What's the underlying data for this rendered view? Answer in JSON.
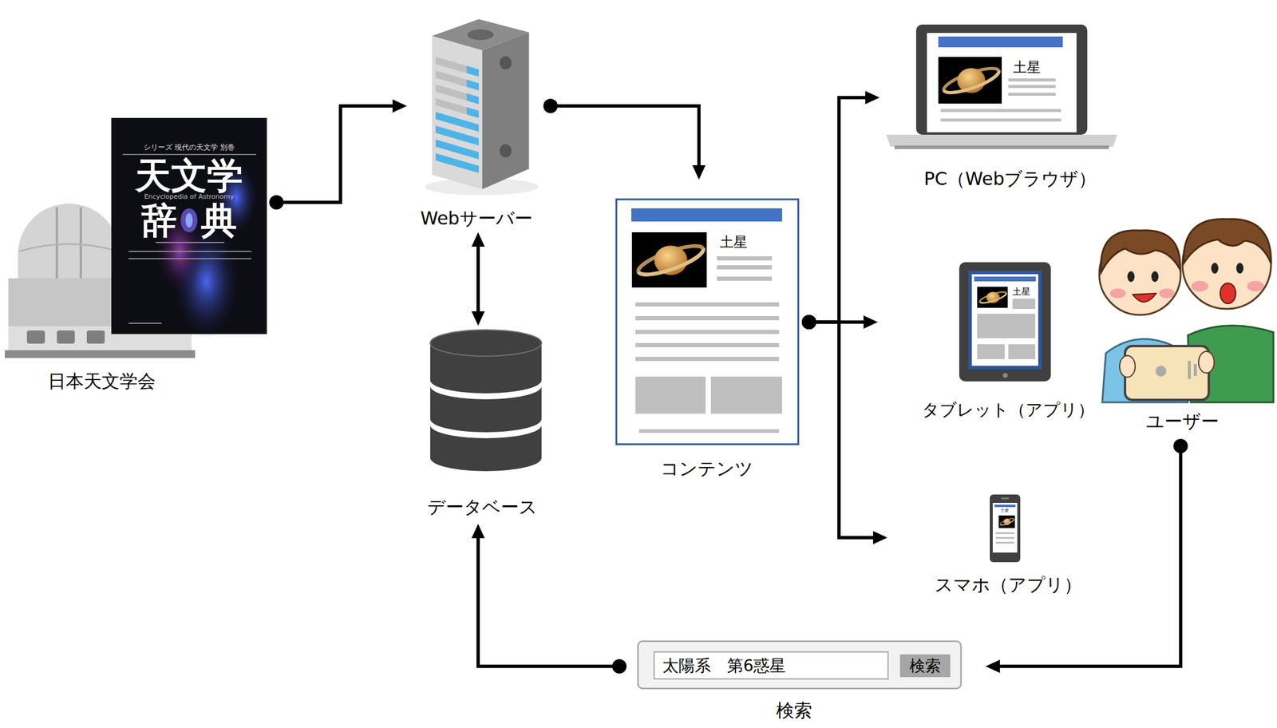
{
  "diagram": {
    "nodes": [
      {
        "text": [
          "日本天文学会"
        ]
      },
      {
        "text": [
          "Webサーバー"
        ]
      },
      {
        "text": [
          "データベース"
        ]
      },
      {
        "text": [
          "コンテンツ"
        ]
      },
      {
        "text": [
          "PC（Webブラウザ）"
        ]
      },
      {
        "text": [
          "タブレット（アプリ）"
        ]
      },
      {
        "text": [
          "スマホ（アプリ）"
        ]
      },
      {
        "text": [
          "ユーザー"
        ]
      },
      {
        "text": [
          "太陽系　第6惑星",
          "検索",
          "検索"
        ]
      }
    ],
    "edges": [
      {
        "from": 0,
        "to": 1,
        "arrow": "to"
      },
      {
        "from": 1,
        "to": 2,
        "arrow": "both"
      },
      {
        "from": 1,
        "to": 3,
        "arrow": "to"
      },
      {
        "from": 3,
        "to": 4,
        "arrow": "to"
      },
      {
        "from": 3,
        "to": 5,
        "arrow": "to"
      },
      {
        "from": 3,
        "to": 6,
        "arrow": "to"
      },
      {
        "from": 7,
        "to": 8,
        "arrow": "to"
      },
      {
        "from": 8,
        "to": 2,
        "arrow": "to"
      }
    ],
    "labels": [
      "シリーズ 現代の天文学 別巻",
      "天文学",
      "Encyclopedia of Astronomy",
      "辞典",
      "土星",
      "土星",
      "土星",
      "土星"
    ]
  }
}
